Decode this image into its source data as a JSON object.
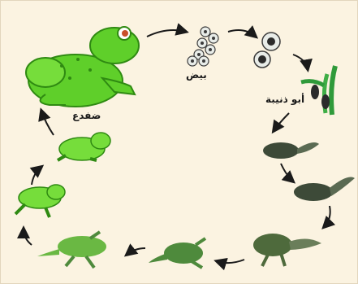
{
  "labels": {
    "eggs": "بيض",
    "tadpole": "أبو ذنيبة",
    "frog": "ضفدع"
  },
  "colors": {
    "background": "#fbf3e1",
    "frog_green": "#5fcf2a",
    "frog_dark": "#2f8a12",
    "tadpole_dark": "#3d4a38",
    "arrow": "#1a1a1a",
    "plant": "#2f9a3a"
  },
  "stages": [
    "eggs",
    "embryos",
    "tadpole-hatchling",
    "tadpole",
    "tadpole-growing",
    "tadpole-with-legs",
    "froglet-with-tail",
    "young-frog",
    "froglet",
    "young-frog-2",
    "adult-frog"
  ]
}
